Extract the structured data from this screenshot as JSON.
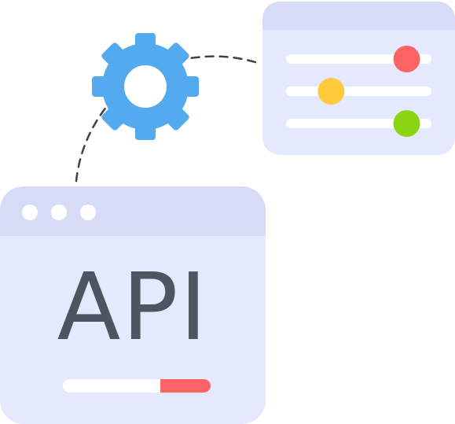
{
  "illustration": {
    "api_label": "API",
    "colors": {
      "window_body": "#e4e9fd",
      "window_header": "#d6dcf6",
      "window_dot": "#ffffff",
      "gear": "#54aaef",
      "gear_hole": "#ffffff",
      "connector": "#3e4248",
      "text": "#4f5560",
      "progress_track": "#ffffff",
      "progress_fill": "#ff6464"
    },
    "icons": [
      "gear-icon",
      "window-dots-icon",
      "slider-knob-icon"
    ],
    "sliders": [
      {
        "name": "slider-1",
        "knob_color": "#ff6464",
        "level": 0.83
      },
      {
        "name": "slider-2",
        "knob_color": "#ffca3a",
        "level": 0.31
      },
      {
        "name": "slider-3",
        "knob_color": "#8bd414",
        "level": 0.83
      }
    ],
    "progress": {
      "filled_fraction": 0.34
    }
  }
}
